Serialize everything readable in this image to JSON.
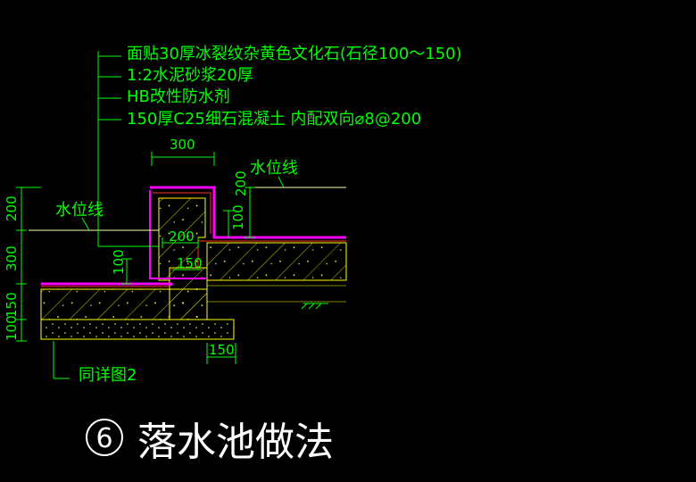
{
  "colors": {
    "background": "#000000",
    "annotation": "#00ff00",
    "structure": "#ffff00",
    "stone_layer": "#ff00ff",
    "accent": "#ff3030",
    "water_line": "#ffffaa",
    "title": "#ffffff"
  },
  "layers": [
    "面贴30厚冰裂纹杂黄色文化石(石径100～150)",
    "1:2水泥砂浆20厚",
    "HB改性防水剂",
    "150厚C25细石混凝土 内配双向⌀8@200"
  ],
  "labels": {
    "water_level_right": "水位线",
    "water_level_left": "水位线",
    "same_as_detail": "同详图2"
  },
  "dimensions": {
    "top_width": "300",
    "right_height": "200",
    "right_step": "100",
    "inner_width": "200",
    "inner_height": "100",
    "wall_step": "150",
    "bottom_width": "150",
    "left": [
      "200",
      "300",
      "150",
      "100"
    ]
  },
  "title": {
    "number": "6",
    "text": "落水池做法"
  }
}
